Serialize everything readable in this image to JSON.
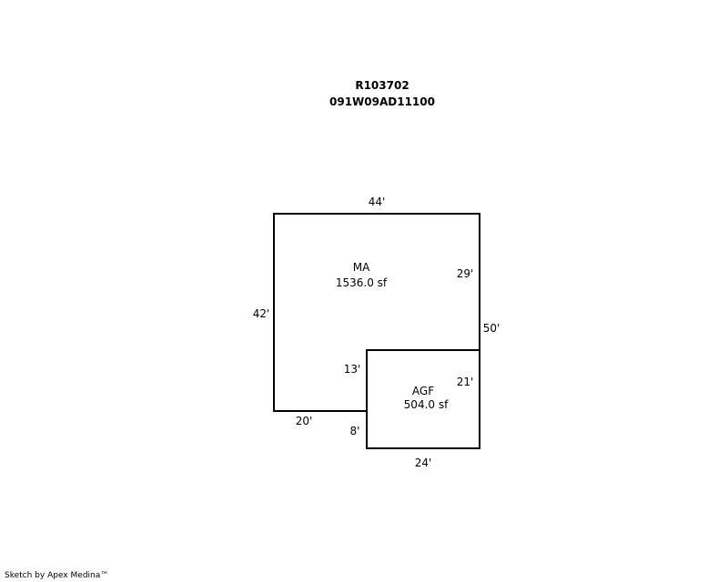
{
  "header": {
    "account_id": "R103702",
    "map_taxlot": "091W09AD11100"
  },
  "sketch": {
    "areas": [
      {
        "code": "MA",
        "area": "1536.0 sf"
      },
      {
        "code": "AGF",
        "area": "504.0 sf"
      }
    ],
    "dimensions": {
      "ma_top": "44'",
      "ma_right_upper": "29'",
      "ma_left": "42'",
      "ma_inner_vertical": "13'",
      "ma_bottom": "20'",
      "overall_right": "50'",
      "agf_right": "21'",
      "agf_left_lower": "8'",
      "agf_bottom": "24'"
    },
    "line_color": "#000000"
  },
  "footer": {
    "credit": "Sketch by Apex Medina™"
  }
}
